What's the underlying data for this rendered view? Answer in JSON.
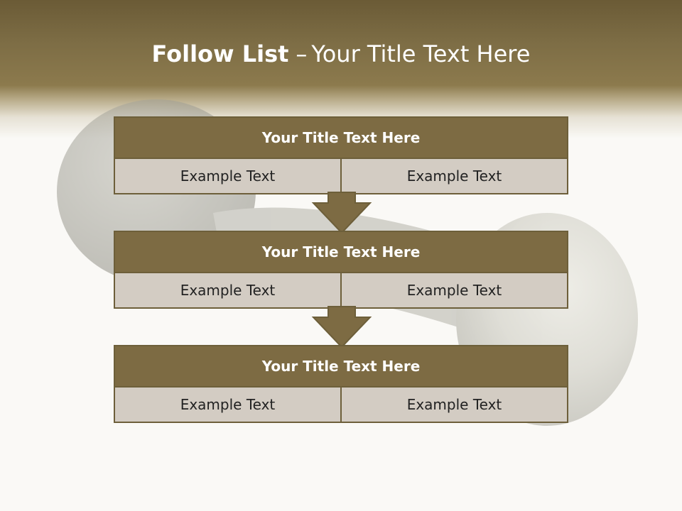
{
  "slide": {
    "title_bold": "Follow List",
    "title_rest": "Your Title Text Here",
    "title_dash": "–"
  },
  "steps": [
    {
      "title": "Your Title Text Here",
      "left": "Example Text",
      "right": "Example Text"
    },
    {
      "title": "Your Title Text Here",
      "left": "Example Text",
      "right": "Example Text"
    },
    {
      "title": "Your Title Text Here",
      "left": "Example Text",
      "right": "Example Text"
    }
  ],
  "colors": {
    "header_band": "#8c7a4d",
    "box_title_bg": "#7d6b43",
    "box_cell_bg": "#d3ccc3",
    "border": "#6d5f3a",
    "arrow": "#7d6b43"
  }
}
